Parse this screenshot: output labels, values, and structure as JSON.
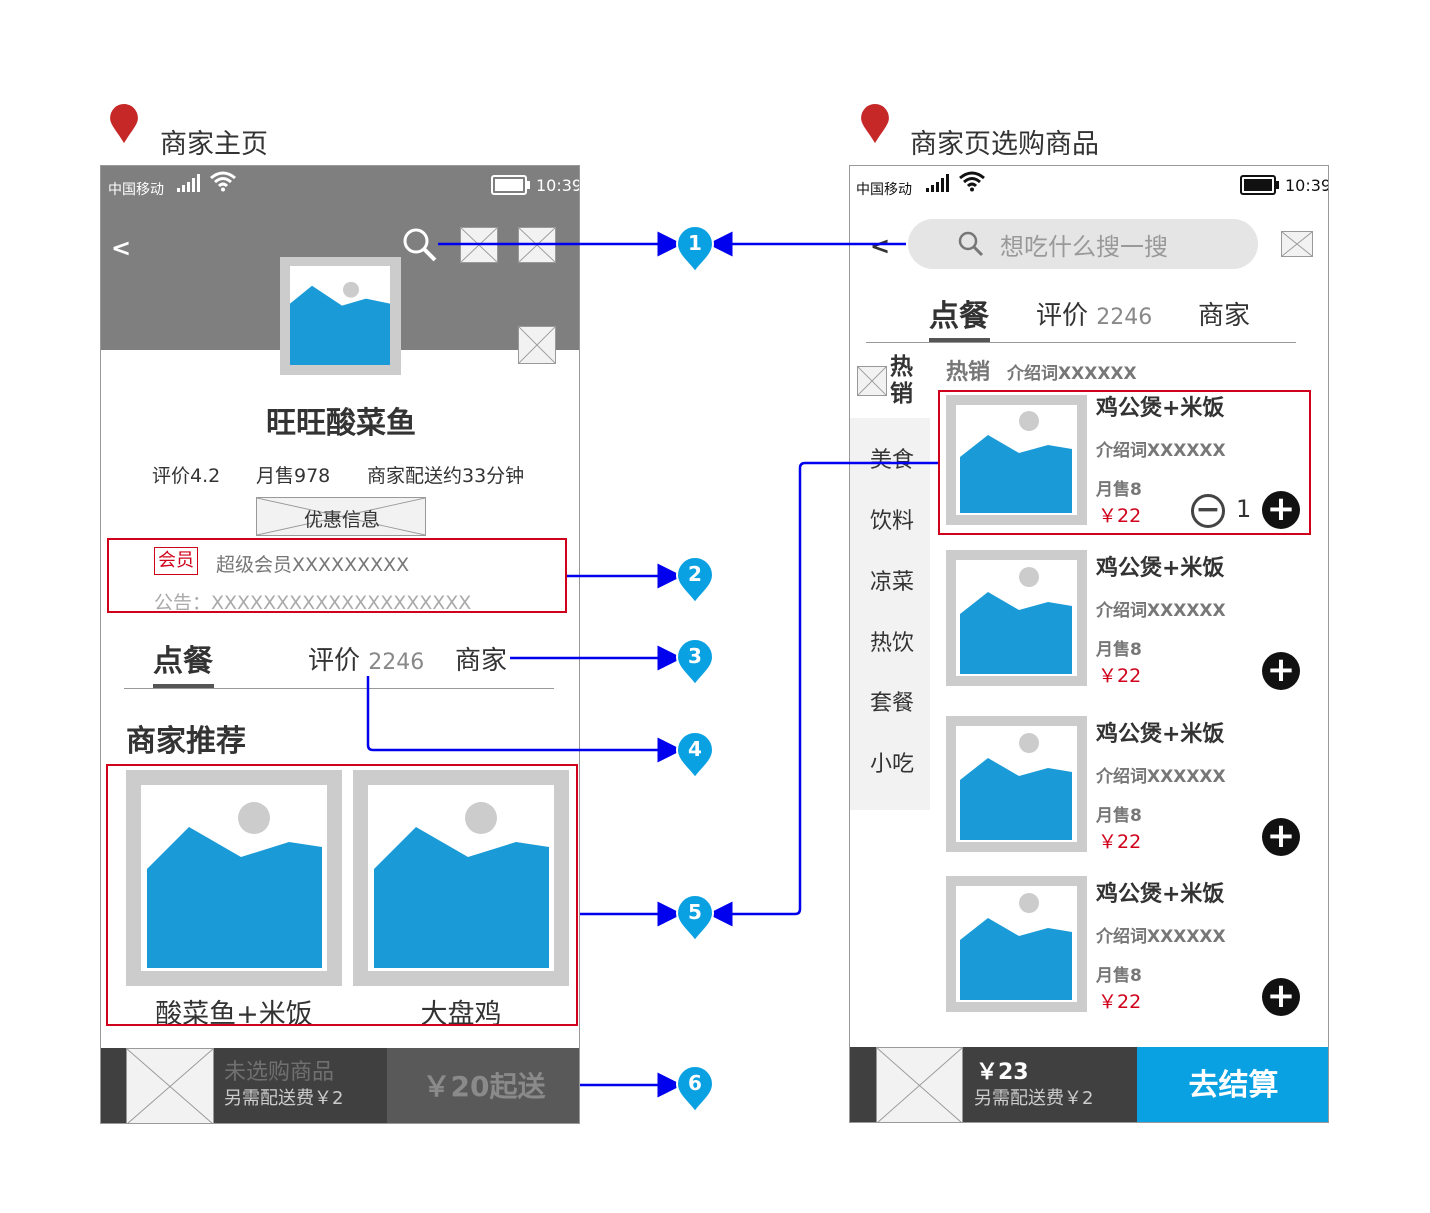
{
  "left_screen": {
    "label": "商家主页",
    "status": {
      "carrier": "中国移动",
      "time": "10:39"
    },
    "header": {
      "back": "<"
    },
    "shop_name": "旺旺酸菜鱼",
    "stats": {
      "rating": "评价4.2",
      "monthly_sales": "月售978",
      "delivery": "商家配送约33分钟"
    },
    "promo_button": "优惠信息",
    "member": {
      "tag": "会员",
      "text": "超级会员XXXXXXXXX",
      "notice": "公告：XXXXXXXXXXXXXXXXXXXX"
    },
    "tabs": {
      "order": "点餐",
      "reviews": "评价",
      "reviews_count": "2246",
      "shop": "商家"
    },
    "section_title": "商家推荐",
    "recommended": [
      {
        "name": "酸菜鱼+米饭"
      },
      {
        "name": "大盘鸡"
      }
    ],
    "cart": {
      "empty_text": "未选购商品",
      "delivery_fee": "另需配送费￥2",
      "min_order": "￥20起送"
    }
  },
  "right_screen": {
    "label": "商家页选购商品",
    "status": {
      "carrier": "中国移动",
      "time": "10:39"
    },
    "header": {
      "back": "<"
    },
    "search": {
      "placeholder": "想吃什么搜一搜"
    },
    "tabs": {
      "order": "点餐",
      "reviews": "评价",
      "reviews_count": "2246",
      "shop": "商家"
    },
    "categories": [
      {
        "label": "热销"
      },
      {
        "label": "美食"
      },
      {
        "label": "饮料"
      },
      {
        "label": "凉菜"
      },
      {
        "label": "热饮"
      },
      {
        "label": "套餐"
      },
      {
        "label": "小吃"
      }
    ],
    "section": {
      "title": "热销",
      "desc": "介绍词XXXXXX"
    },
    "products": [
      {
        "name": "鸡公煲+米饭",
        "desc": "介绍词XXXXXX",
        "sales": "月售8",
        "price": "￥22",
        "qty": "1"
      },
      {
        "name": "鸡公煲+米饭",
        "desc": "介绍词XXXXXX",
        "sales": "月售8",
        "price": "￥22"
      },
      {
        "name": "鸡公煲+米饭",
        "desc": "介绍词XXXXXX",
        "sales": "月售8",
        "price": "￥22"
      },
      {
        "name": "鸡公煲+米饭",
        "desc": "介绍词XXXXXX",
        "sales": "月售8",
        "price": "￥22"
      }
    ],
    "cart": {
      "total": "￥23",
      "delivery_fee": "另需配送费￥2",
      "checkout": "去结算"
    }
  },
  "callouts": [
    "1",
    "2",
    "3",
    "4",
    "5",
    "6"
  ],
  "colors": {
    "accent": "#0aa1e2",
    "arrow": "#0000ee",
    "highlight": "#d0021b",
    "header_gray": "#7f7f7f",
    "pin_red": "#c62828",
    "price": "#d0021b"
  }
}
